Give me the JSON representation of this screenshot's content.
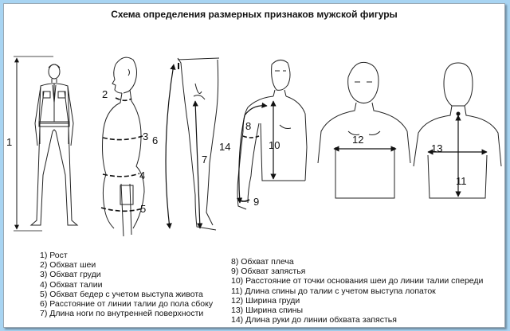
{
  "title": "Схема определения размерных признаков мужской фигуры",
  "labels": {
    "l1": "1",
    "l2": "2",
    "l3": "3",
    "l4": "4",
    "l5": "5",
    "l6": "6",
    "l7": "7",
    "l8": "8",
    "l9": "9",
    "l10": "10",
    "l11": "11",
    "l12": "12",
    "l13": "13",
    "l14": "14"
  },
  "legend_left": [
    "1) Рост",
    "2) Обхват шеи",
    "3) Обхват груди",
    "4) Обхват талии",
    "5) Обхват бедер с учетом выступа живота",
    "6) Расстояние от линии талии до пола сбоку",
    "7) Длина ноги по внутренней поверхности"
  ],
  "legend_right": [
    "8) Обхват плеча",
    "9) Обхват запястья",
    "10) Расстояние от точки основания шеи до линии талии спереди",
    "11) Длина спины до талии с учетом выступа лопаток",
    "12) Ширина груди",
    "13) Ширина спины",
    "14) Длина руки до линии обхвата запястья"
  ],
  "colors": {
    "background": "#a8d4f2",
    "frame": "#ffffff",
    "ink": "#111111"
  }
}
